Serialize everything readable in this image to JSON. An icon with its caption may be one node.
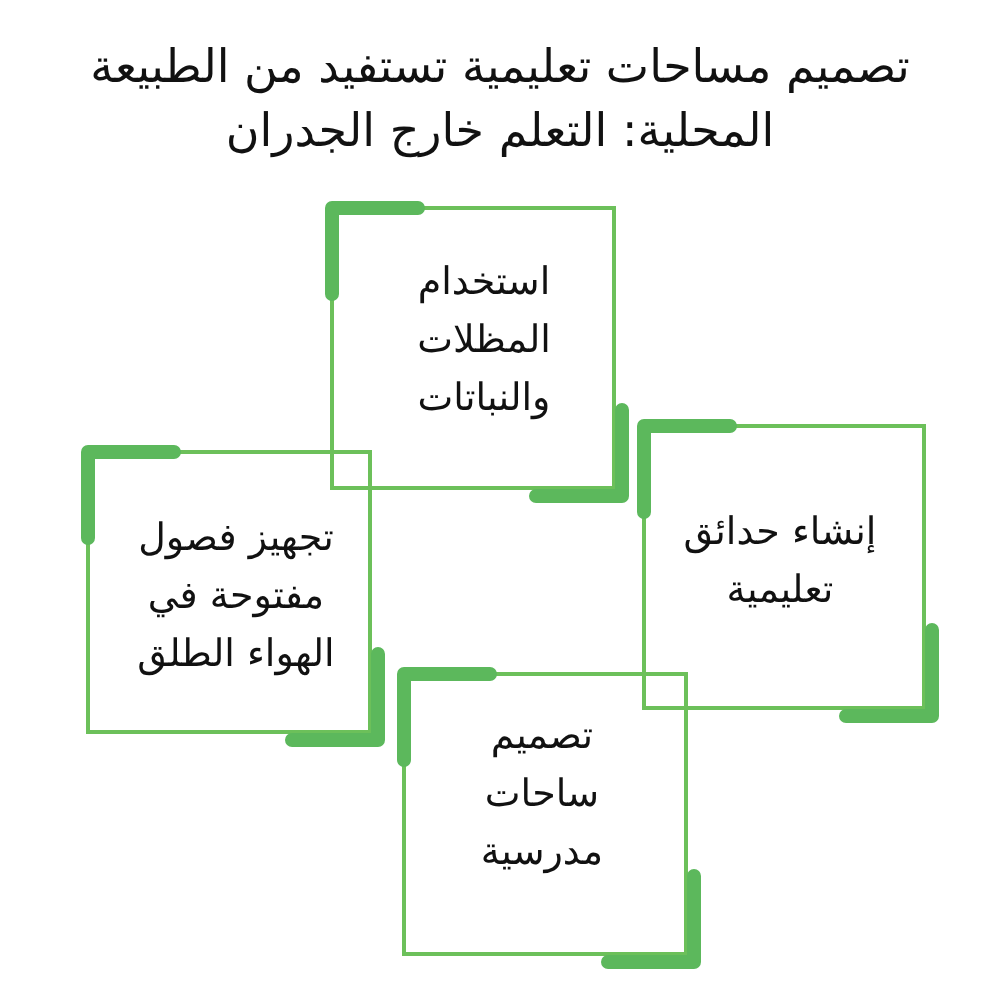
{
  "diagram": {
    "title": "تصميم مساحات تعليمية تستفيد من الطبيعة المحلية: التعلم خارج الجدران",
    "nodes": [
      {
        "text": [
          "استخدام المظلات والنباتات"
        ]
      },
      {
        "text": [
          "تجهيز فصول مفتوحة في الهواء الطلق"
        ]
      },
      {
        "text": [
          "إنشاء حدائق تعليمية"
        ]
      },
      {
        "text": [
          "تصميم ساحات مدرسية"
        ]
      }
    ]
  }
}
